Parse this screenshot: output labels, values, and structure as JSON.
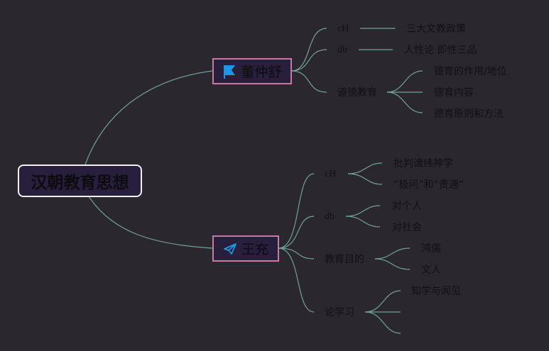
{
  "root": {
    "label": "汉朝教育思想"
  },
  "topics": [
    {
      "label": "董仲舒",
      "icon": "flag-icon",
      "icon_color": "#1e96e6",
      "children": [
        {
          "label": "cH",
          "children": [
            "三大文教政策"
          ]
        },
        {
          "label": "db",
          "children": [
            "人性论 即性三品"
          ]
        },
        {
          "label": "道德教育",
          "children": [
            "德育的作用/地位",
            "德育内容",
            "德育原则和方法"
          ]
        }
      ]
    },
    {
      "label": "王充",
      "icon": "paper-plane-icon",
      "icon_color": "#1e96e6",
      "children": [
        {
          "label": "cH",
          "children": [
            "批判谶纬神学",
            "“极问”和“贵通”"
          ]
        },
        {
          "label": "db",
          "children": [
            "对个人",
            "对社会"
          ]
        },
        {
          "label": "教育目的",
          "children": [
            "鸿儒",
            "文人"
          ]
        },
        {
          "label": "论学习",
          "children": [
            "知学与闻见",
            "",
            ""
          ]
        }
      ]
    }
  ],
  "colors": {
    "background": "#2b272e",
    "link": "#6fa39a",
    "topic_border": "#c77aa6",
    "node_fill": "#271f3c"
  }
}
